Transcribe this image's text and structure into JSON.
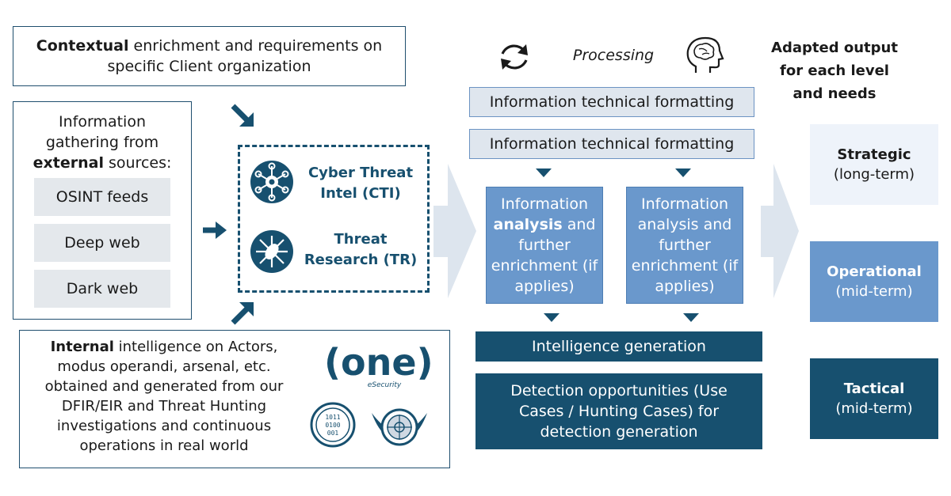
{
  "contextual": {
    "bold": "Contextual",
    "rest": " enrichment and requirements on specific Client organization"
  },
  "gathering": {
    "line1": "Information gathering from",
    "bold": "external",
    "rest": " sources:",
    "items": [
      "OSINT feeds",
      "Deep web",
      "Dark web"
    ]
  },
  "central": {
    "cti": {
      "line1": "Cyber Threat",
      "line2": "Intel (CTI)",
      "icon": "network-hub-icon"
    },
    "tr": {
      "line1": "Threat",
      "line2": "Research (TR)",
      "icon": "bug-icon"
    }
  },
  "internal": {
    "bold": "Internal",
    "rest": " intelligence on Actors, modus operandi, arsenal, etc. obtained and generated from our DFIR/EIR and Threat Hunting investigations and continuous operations in real world",
    "logo_main": "(one)",
    "logo_sub": "eSecurity",
    "badge1_text": "1011 0100 001"
  },
  "processing": {
    "label": "Processing",
    "formatting": [
      "Information technical formatting",
      "Information technical formatting"
    ],
    "analysis": [
      {
        "pre": "Information ",
        "bold": "analysis",
        "post": " and further enrichment (if applies)"
      },
      {
        "pre": "Information analysis and further enrichment (if applies)",
        "bold": "",
        "post": ""
      }
    ],
    "intelligence": "Intelligence generation",
    "detection": "Detection opportunities (Use Cases / Hunting Cases) for detection generation"
  },
  "output": {
    "header": [
      "Adapted output",
      "for each level",
      "and needs"
    ],
    "levels": [
      {
        "name": "Strategic",
        "term": "(long-term)"
      },
      {
        "name": "Operational",
        "term": "(mid-term)"
      },
      {
        "name": "Tactical",
        "term": "(mid-term)"
      }
    ]
  },
  "colors": {
    "navy": "#17506f",
    "mid_blue": "#6a98cc",
    "pale_blue": "#dfe6ee",
    "grey": "#e4e8ec",
    "big_arrow": "#dde5ee"
  }
}
